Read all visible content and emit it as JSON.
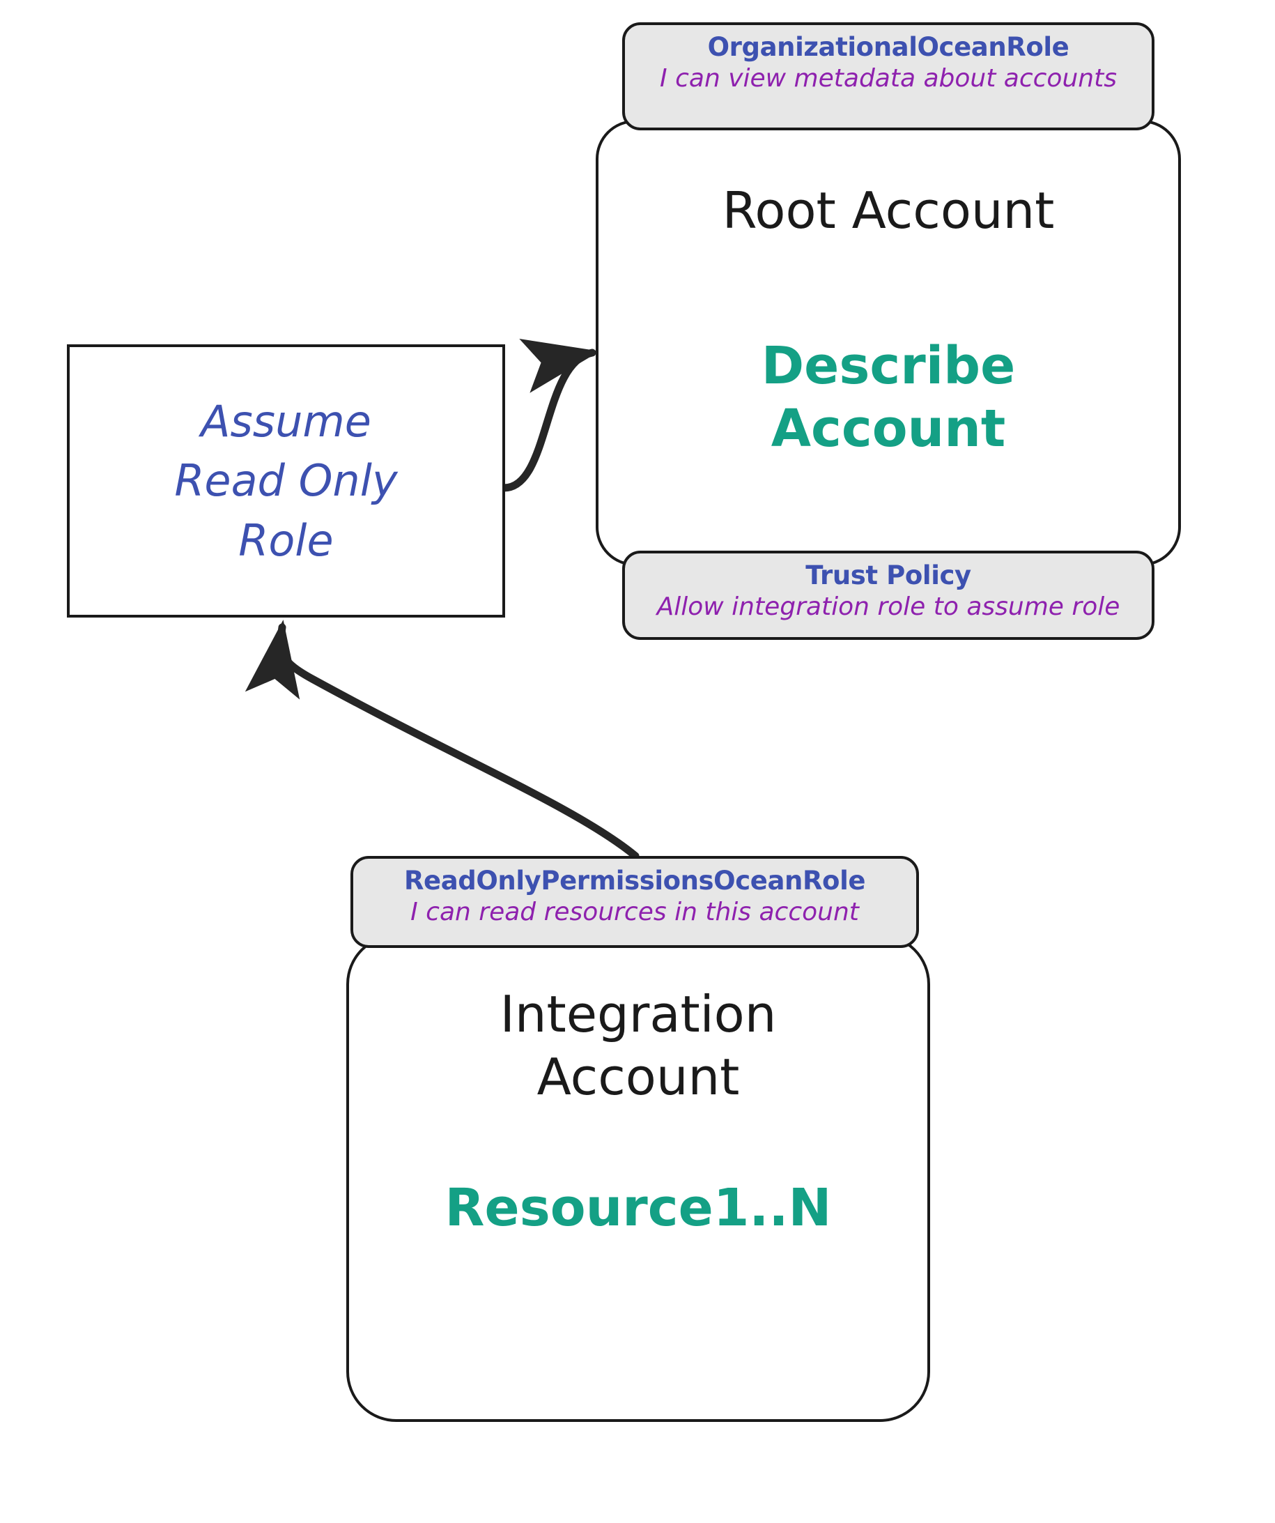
{
  "diagram": {
    "type": "aws-cross-account-role-diagram",
    "background_color": "#ffffff",
    "colors": {
      "role_title_blue": "#3d51b0",
      "role_desc_purple": "#8e21ae",
      "action_teal": "#14a085",
      "stroke_black": "#1a1a1a",
      "badge_fill_gray": "#e7e7e7"
    }
  },
  "assume_role_node": {
    "label": "Assume\nRead Only\nRole"
  },
  "root_account": {
    "title": "Root Account",
    "action": "Describe\nAccount",
    "role_badge": {
      "title": "OrganizationalOceanRole",
      "description": "I can view metadata about accounts"
    },
    "trust_policy_badge": {
      "title": "Trust Policy",
      "description": "Allow integration role to assume role"
    }
  },
  "integration_account": {
    "title": "Integration\nAccount",
    "resource": "Resource1..N",
    "role_badge": {
      "title": "ReadOnlyPermissionsOceanRole",
      "description": "I can read resources in this account"
    }
  },
  "edges": [
    {
      "name": "assume-role-to-root-account",
      "from": "assume-role-node",
      "to": "root-account",
      "direction": "right",
      "arrowhead": "end"
    },
    {
      "name": "integration-role-to-assume-role",
      "from": "integration-account-role-badge",
      "to": "assume-role-node",
      "direction": "up-left",
      "arrowhead": "end"
    }
  ]
}
